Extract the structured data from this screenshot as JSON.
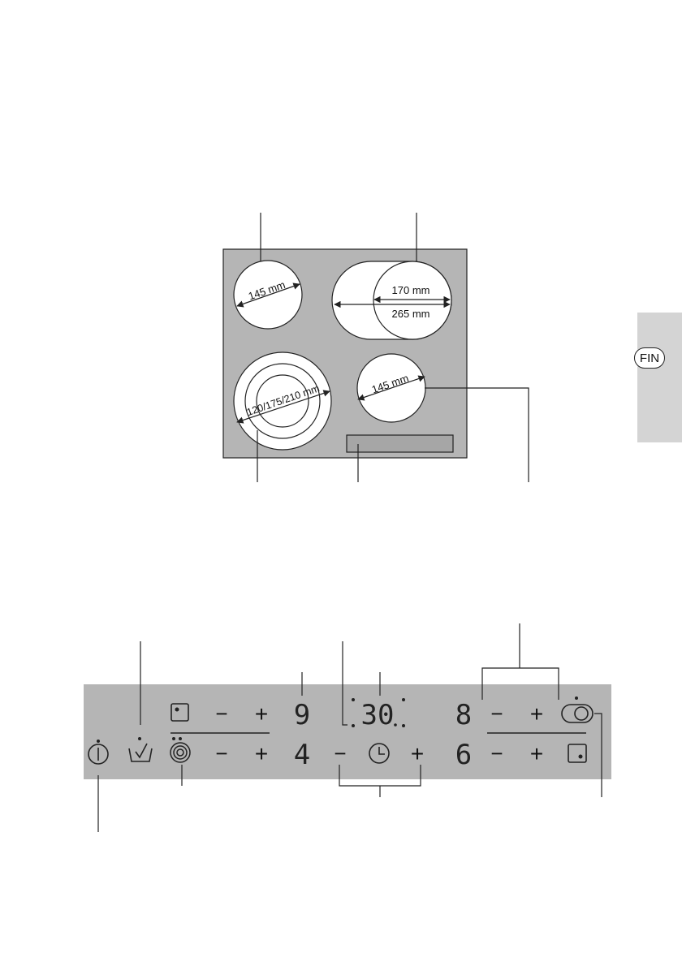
{
  "language_tab": {
    "code": "FIN"
  },
  "hob": {
    "zones": {
      "front_left_single": {
        "diameter": "145 mm"
      },
      "rear_right_dual": {
        "inner_diameter": "170 mm",
        "outer_diameter": "265 mm"
      },
      "front_left_triple": {
        "diameters": "120/175/210 mm"
      },
      "front_right_single": {
        "diameter": "145 mm"
      }
    }
  },
  "control_panel": {
    "minus_symbol": "−",
    "plus_symbol": "+",
    "displays": {
      "zone_rear_left": "9",
      "zone_front_left": "4",
      "timer": "30",
      "zone_rear_right": "8",
      "zone_front_right": "6"
    },
    "icons": [
      "power-icon",
      "keep-warm-icon",
      "rear-left-zone-icon",
      "triple-zone-icon",
      "timer-clock-icon",
      "dual-zone-icon",
      "front-right-zone-icon"
    ]
  },
  "colors": {
    "panel_gray": "#b5b5b5",
    "tab_gray": "#d4d4d4",
    "line": "#222222"
  }
}
